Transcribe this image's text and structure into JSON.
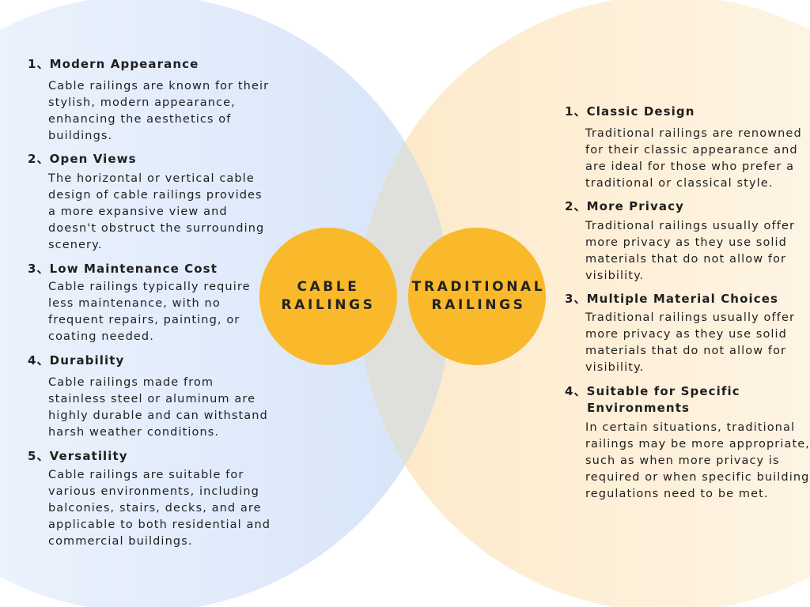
{
  "colors": {
    "left_circle_inner": "#e3ecfb",
    "left_circle_edge": "#cfdff8",
    "right_circle_inner": "#fdf2e0",
    "right_circle_edge": "#fdebcf",
    "overlap": "#dfe0dc",
    "badge": "#f9b92b",
    "text": "#1f1f1f"
  },
  "left_badge": {
    "line1": "CABLE",
    "line2": "RAILINGS"
  },
  "right_badge": {
    "line1": "TRADITIONAL",
    "line2": "RAILINGS"
  },
  "left_items": [
    {
      "title": "1、Modern Appearance",
      "lines": [
        "Cable railings are known for their",
        "stylish, modern appearance,",
        "enhancing the aesthetics of",
        "buildings."
      ]
    },
    {
      "title": "2、Open Views",
      "lines": [
        "The horizontal or vertical cable",
        "design of cable railings provides",
        "a more expansive view and",
        "doesn't obstruct the surrounding",
        "scenery."
      ]
    },
    {
      "title": "3、Low Maintenance Cost",
      "lines": [
        "Cable railings typically require",
        "less maintenance, with no",
        "frequent repairs, painting, or",
        "coating needed."
      ]
    },
    {
      "title": "4、Durability",
      "lines": [
        "Cable railings made from",
        "stainless steel or aluminum are",
        "highly durable and can withstand",
        "harsh weather conditions."
      ]
    },
    {
      "title": "5、Versatility",
      "lines": [
        "Cable railings are suitable for",
        "various environments, including",
        "balconies, stairs, decks, and are",
        "applicable to both residential and",
        "commercial buildings."
      ]
    }
  ],
  "right_items": [
    {
      "title": "1、Classic Design",
      "lines": [
        "Traditional railings are renowned",
        "for their classic appearance and",
        "are ideal for those who prefer a",
        "traditional or classical style."
      ]
    },
    {
      "title": "2、More Privacy",
      "lines": [
        "Traditional railings usually offer",
        "more privacy as they use solid",
        "materials that do not allow for",
        "visibility."
      ]
    },
    {
      "title": "3、Multiple Material Choices",
      "lines": [
        "Traditional railings usually offer",
        "more privacy as they use solid",
        "materials that do not allow for",
        "visibility."
      ]
    },
    {
      "title": "4、Suitable for Specific",
      "title2": "Environments",
      "lines": [
        "In certain situations, traditional",
        "railings may be more appropriate,",
        "such as when more privacy is",
        "required or when specific building",
        "regulations need to be met."
      ]
    }
  ]
}
